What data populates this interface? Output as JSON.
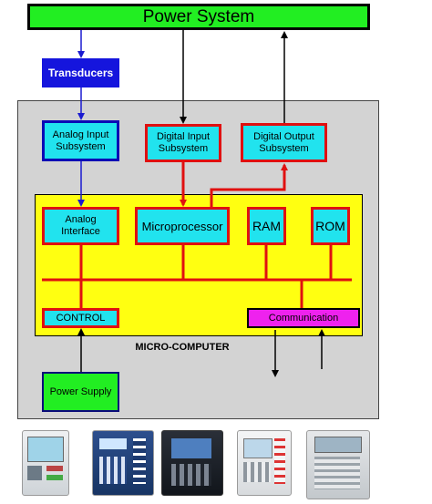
{
  "diagram": {
    "power_system": "Power System",
    "transducers": "Transducers",
    "analog_input_subsystem": [
      "Analog Input",
      "Subsystem"
    ],
    "digital_input_subsystem": [
      "Digital Input",
      "Subsystem"
    ],
    "digital_output_subsystem": [
      "Digital Output",
      "Subsystem"
    ],
    "analog_interface": [
      "Analog",
      "Interface"
    ],
    "microprocessor": "Microprocessor",
    "ram": "RAM",
    "rom": "ROM",
    "control": "CONTROL",
    "communication": "Communication",
    "micro_computer": "MICRO-COMPUTER",
    "power_supply": "Power Supply"
  },
  "colors": {
    "power_green": "#22ee22",
    "transducer_blue": "#1515dd",
    "cyan_box": "#21e3ee",
    "red_border": "#e01010",
    "yellow_panel": "#ffff11",
    "magenta_box": "#ee22ee",
    "gray_panel": "#d3d3d3"
  },
  "device_photos": [
    "relay-device-1",
    "relay-device-2",
    "relay-device-3",
    "relay-device-4",
    "relay-device-5"
  ]
}
